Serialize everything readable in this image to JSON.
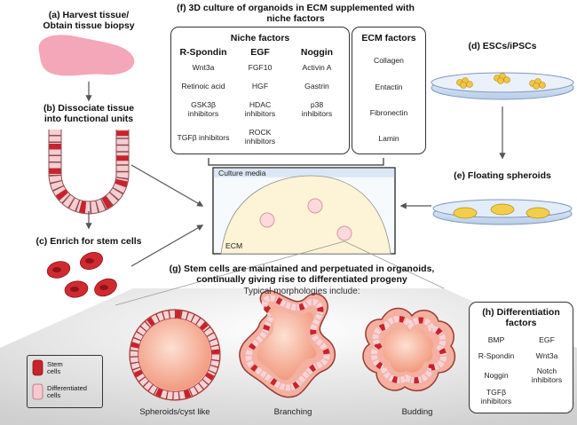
{
  "steps": {
    "a": {
      "line1": "(a) Harvest tissue/",
      "line2": "Obtain tissue biopsy"
    },
    "b": {
      "line1": "(b) Dissociate tissue",
      "line2": "into functional units"
    },
    "c": {
      "label": "(c) Enrich for stem cells"
    },
    "d": {
      "label": "(d) ESCs/iPSCs"
    },
    "e": {
      "label": "(e) Floating spheroids"
    },
    "f": {
      "line1": "(f) 3D culture of organoids in ECM supplemented with",
      "line2": "niche factors"
    },
    "g": {
      "line1": "(g) Stem cells are maintained and perpetuated in organoids,",
      "line2": "continually giving rise to differentiated progeny",
      "subtitle": "Typical morphologies include:"
    }
  },
  "niche_factors": {
    "title": "Niche factors",
    "col_headers": [
      "R-Spondin",
      "EGF",
      "Noggin"
    ],
    "r_spondin": [
      "Wnt3a",
      "Retinoic acid",
      "GSK3β",
      "inhibitors",
      "TGFβ inhibitors"
    ],
    "egf": [
      "FGF10",
      "HGF",
      "HDAC",
      "inhibitors",
      "ROCK",
      "inhibitors"
    ],
    "noggin": [
      "Activin A",
      "Gastrin",
      "p38",
      "inhibitors"
    ]
  },
  "ecm_factors": {
    "title": "ECM factors",
    "items": [
      "Collagen",
      "Entactin",
      "Fibronectin",
      "Lamin"
    ]
  },
  "culture": {
    "media_label": "Culture media",
    "ecm_label": "ECM"
  },
  "morphologies": [
    "Spheroids/cyst like",
    "Branching",
    "Budding"
  ],
  "legend": {
    "stem_line1": "Stem",
    "stem_line2": "cells",
    "diff_line1": "Differentiated",
    "diff_line2": "cells"
  },
  "differentiation_factors": {
    "title_line1": "(h) Differentiation",
    "title_line2": "factors",
    "left": [
      "BMP",
      "R-Spondin",
      "Noggin",
      "TGFβ",
      "inhibitors"
    ],
    "right": [
      "EGF",
      "Wnt3a",
      "Notch",
      "inhibitors"
    ]
  },
  "colors": {
    "stem": "#c8232c",
    "differentiated": "#f6c9cf",
    "tissue": "#f3a3b6",
    "organoid": "#ef8f78",
    "ecm": "#fdf3d6",
    "spheroid": "#f2cf4a",
    "dish": "#c9dcf2"
  }
}
